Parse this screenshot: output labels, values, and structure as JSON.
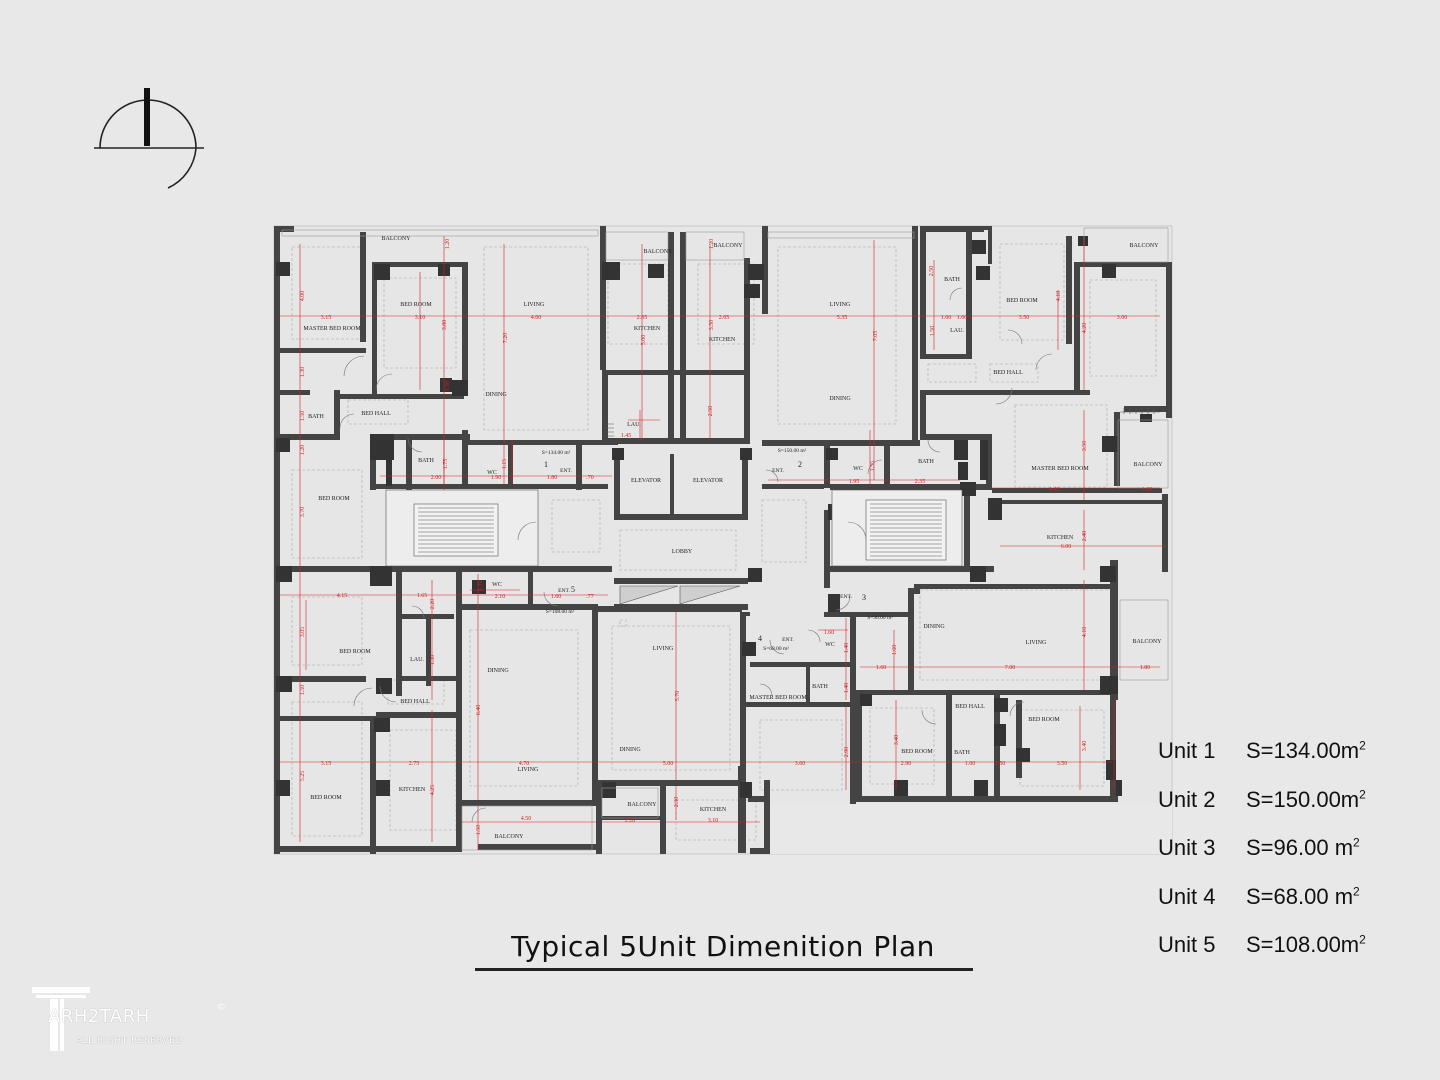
{
  "title": "Typical 5Unit Dimenition Plan",
  "units": [
    {
      "label": "Unit 1",
      "area": "S=134.00m",
      "sup": "2"
    },
    {
      "label": "Unit  2",
      "area": "S=150.00m",
      "sup": "2"
    },
    {
      "label": "Unit  3",
      "area": "S=96.00 m",
      "sup": "2"
    },
    {
      "label": "Unit  4",
      "area": "S=68.00 m",
      "sup": "2"
    },
    {
      "label": "Unit  5",
      "area": "S=108.00m",
      "sup": "2"
    }
  ],
  "logo": {
    "name": "ARH2TARH",
    "sub": "ALL RIGHT RESERVED",
    "copy": "©"
  },
  "colors": {
    "wall": "#444444",
    "dimension": "#d42020",
    "background": "#e8e8e8",
    "room_line": "#9a9a9a"
  },
  "icons": [
    "north-arrow-icon",
    "stair-icon",
    "door-swing-icon"
  ],
  "rooms": [
    "BALCONY",
    "BED ROOM",
    "LIVING",
    "BALCONY",
    "BALCONY",
    "LIVING",
    "BATH",
    "BED ROOM",
    "BALCONY",
    "MASTER BED ROOM",
    "KITCHEN",
    "KITCHEN",
    "LAU.",
    "BED HALL",
    "BATH",
    "BED HALL",
    "DINING",
    "DINING",
    "LAU.",
    "BATH",
    "WC",
    "BATH",
    "WC",
    "MASTER BED ROOM",
    "BALCONY",
    "BED ROOM",
    "ELEVATOR",
    "ELEVATOR",
    "KITCHEN",
    "LOBBY",
    "WC",
    "DINING",
    "LIVING",
    "BALCONY",
    "BED ROOM",
    "LIVING",
    "LAU.",
    "WC",
    "MASTER BED ROOM",
    "BATH",
    "BED HALL",
    "BED HALL",
    "BED ROOM",
    "DINING",
    "BED ROOM",
    "BATH",
    "BED ROOM",
    "LIVING",
    "DINING",
    "KITCHEN",
    "BALCONY",
    "KITCHEN",
    "BALCONY"
  ],
  "dimensions": [
    "1.20",
    "1.20",
    "3.15",
    "3.10",
    "4.60",
    "2.65",
    "2.65",
    "5.35",
    "1.60",
    "3.50",
    "3.00",
    "4.00",
    "3.80",
    "7.20",
    "5.00",
    "3.50",
    "7.05",
    "2.50",
    "4.10",
    "4.20",
    "1.30",
    "1.50",
    "1.20",
    "1.50",
    "1.45",
    "2.50",
    "1.50",
    "1.60",
    "3.50",
    "1.75",
    "1.15",
    "1.55",
    "2.00",
    "1.90",
    "1.80",
    ".70",
    "1.95",
    "2.35",
    "4.40",
    "1.60",
    "3.70",
    "2.40",
    "6.00",
    "1.35",
    "4.15",
    "1.65",
    "2.10",
    "1.60",
    ".77",
    "2.20",
    "3.05",
    "1.30",
    "1.60",
    "4.10",
    "1.80",
    "6.40",
    "5.70",
    "7.00",
    "1.60",
    "1.40",
    "1.60",
    "3.40",
    "3.40",
    "3.15",
    "2.75",
    "4.70",
    "5.00",
    "3.60",
    "2.90",
    "2.90",
    "1.60",
    "2.50",
    "3.50",
    "5.25",
    "4.25",
    "2.30",
    "4.50",
    "2.20",
    "3.10",
    "1.50",
    "1.50",
    "1.40"
  ],
  "areas": [
    "S=134.00 m²",
    "S=150.00 m²",
    "S=108.00 m²",
    "S=96.00 m²",
    "S=68.00 m²"
  ],
  "unit_numbers": [
    "1",
    "2",
    "3",
    "4",
    "5"
  ],
  "entrances": [
    "ENT.",
    "ENT.",
    "ENT.",
    "ENT.",
    "ENT."
  ]
}
